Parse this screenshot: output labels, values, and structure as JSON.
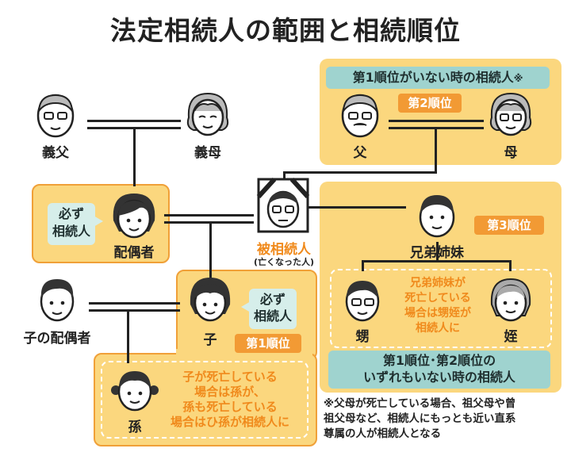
{
  "title": "法定相続人の範囲と相続順位",
  "people": {
    "father_in_law": "義父",
    "mother_in_law": "義母",
    "spouse": "配偶者",
    "deceased": "被相続人",
    "deceased_note": "(亡くなった人)",
    "father": "父",
    "mother": "母",
    "siblings": "兄弟姉妹",
    "nephew": "甥",
    "niece": "姪",
    "child_spouse": "子の配偶者",
    "child": "子",
    "grandchild": "孫"
  },
  "bubbles": {
    "spouse_line1": "必ず",
    "spouse_line2": "相続人",
    "child_line1": "必ず",
    "child_line2": "相続人"
  },
  "ranks": {
    "first": "第1順位",
    "second": "第2順位",
    "third": "第3順位"
  },
  "headers": {
    "second_header": "第1順位がいない時の相続人",
    "second_mark": "※",
    "third_header_line1": "第1順位･第2順位の",
    "third_header_line2": "いずれもいない時の相続人"
  },
  "notes": {
    "grandchild_line1": "子が死亡している",
    "grandchild_line2": "場合は孫が、",
    "grandchild_line3": "孫も死亡している",
    "grandchild_line4": "場合はひ孫が相続人に",
    "nephew_line1": "兄弟姉妹が",
    "nephew_line2": "死亡している",
    "nephew_line3": "場合は甥姪が",
    "nephew_line4": "相続人に"
  },
  "footnote": {
    "line1": "※父母が死亡している場合、祖父母や曾",
    "line2": "祖父母など、相続人にもっとも近い直系",
    "line3": "尊属の人が相続人となる"
  },
  "colors": {
    "panel": "#fbd77e",
    "panel_border": "#f0a038",
    "rank": "#f29a34",
    "teal": "#9fd3cf",
    "orange_text": "#f08a1c"
  }
}
